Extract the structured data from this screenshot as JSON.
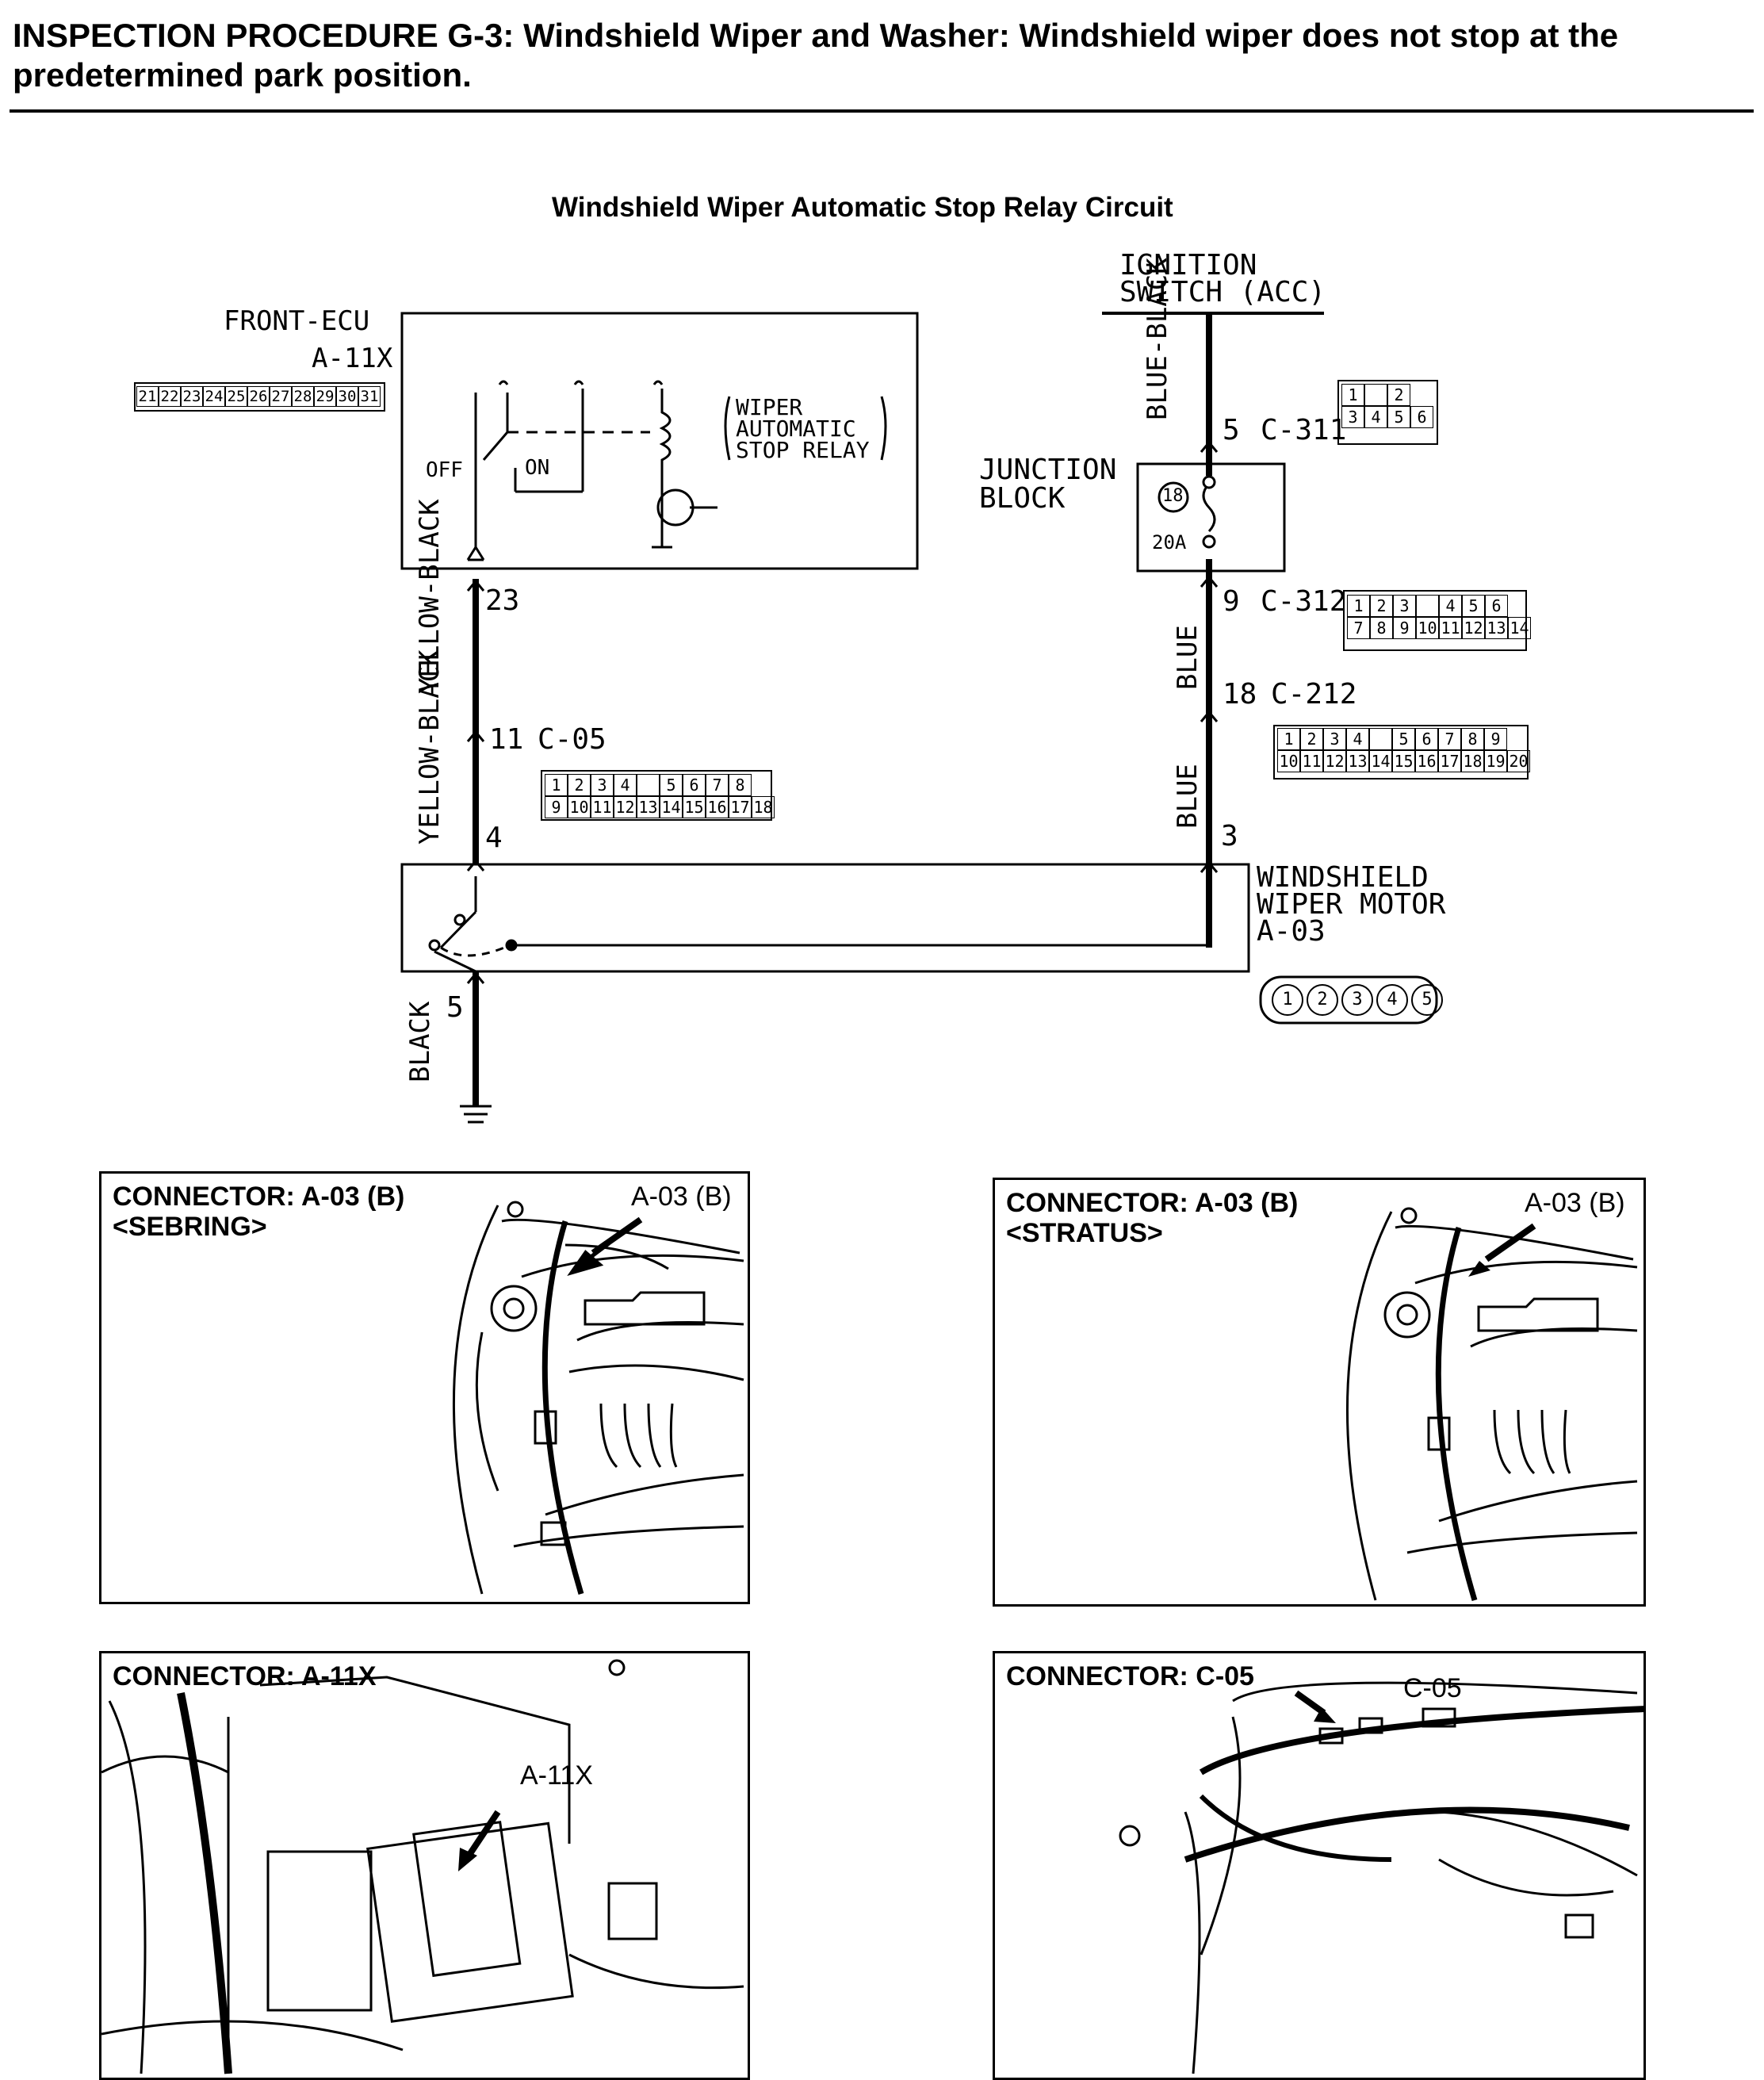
{
  "header": {
    "procedure": "INSPECTION PROCEDURE G-3:",
    "description": "Windshield Wiper and Washer: Windshield wiper does not stop at the predetermined park position."
  },
  "diagram": {
    "title": "Windshield Wiper Automatic Stop Relay Circuit",
    "front_ecu": {
      "name": "FRONT-ECU",
      "connector": "A-11X",
      "pins": [
        "21",
        "22",
        "23",
        "24",
        "25",
        "26",
        "27",
        "28",
        "29",
        "30",
        "31"
      ]
    },
    "relay": {
      "line1": "WIPER",
      "line2": "AUTOMATIC",
      "line3": "STOP RELAY",
      "off": "OFF",
      "on": "ON"
    },
    "ignition": {
      "line1": "IGNITION",
      "line2": "SWITCH (ACC)"
    },
    "junction": {
      "line1": "JUNCTION",
      "line2": "BLOCK",
      "fuse_no": "18",
      "fuse_rating": "20A"
    },
    "wires": {
      "blue_black": "BLUE-BLACK",
      "yellow_black_upper": "YELLOW-BLACK",
      "yellow_black_lower": "YELLOW-BLACK",
      "blue_upper": "BLUE",
      "blue_lower": "BLUE",
      "black": "BLACK"
    },
    "pins": {
      "c311_pin": "5",
      "c311": "C-311",
      "c312_pin": "9",
      "c312": "C-312",
      "c212_pin": "18",
      "c212": "C-212",
      "motor_pin_blue": "3",
      "ecu_pin": "23",
      "c05_pin": "11",
      "c05": "C-05",
      "motor_pin_yb": "4",
      "ground_pin": "5"
    },
    "motor": {
      "line1": "WINDSHIELD",
      "line2": "WIPER MOTOR",
      "connector": "A-03",
      "pins": [
        "1",
        "2",
        "3",
        "4",
        "5"
      ]
    },
    "c311_grid": [
      [
        "1",
        "",
        "2"
      ],
      [
        "3",
        "4",
        "5",
        "6"
      ]
    ],
    "c312_grid": [
      [
        "1",
        "2",
        "3",
        "",
        "4",
        "5",
        "6"
      ],
      [
        "7",
        "8",
        "9",
        "10",
        "11",
        "12",
        "13",
        "14"
      ]
    ],
    "c212_grid": [
      [
        "1",
        "2",
        "3",
        "4",
        "",
        "5",
        "6",
        "7",
        "8",
        "9"
      ],
      [
        "10",
        "11",
        "12",
        "13",
        "14",
        "15",
        "16",
        "17",
        "18",
        "19",
        "20"
      ]
    ],
    "c05_grid": [
      [
        "1",
        "2",
        "3",
        "4",
        "",
        "5",
        "6",
        "7",
        "8"
      ],
      [
        "9",
        "10",
        "11",
        "12",
        "13",
        "14",
        "15",
        "16",
        "17",
        "18"
      ]
    ]
  },
  "panels": [
    {
      "title_line1": "CONNECTOR: A-03 (B)",
      "title_line2": "<SEBRING>",
      "callout": "A-03 (B)"
    },
    {
      "title_line1": "CONNECTOR: A-03 (B)",
      "title_line2": "<STRATUS>",
      "callout": "A-03 (B)"
    },
    {
      "title_line1": "CONNECTOR: A-11X",
      "title_line2": "",
      "callout": "A-11X"
    },
    {
      "title_line1": "CONNECTOR: C-05",
      "title_line2": "",
      "callout": "C-05"
    }
  ]
}
